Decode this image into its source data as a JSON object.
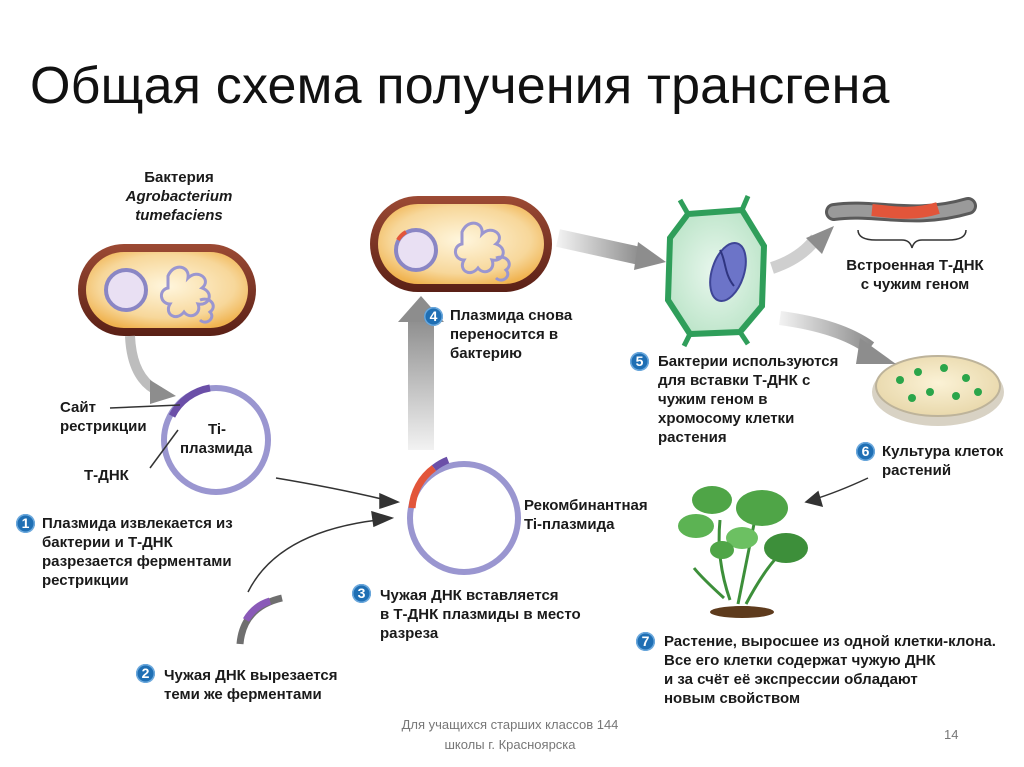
{
  "title": "Общая схема получения трансгена",
  "labels": {
    "bacterium_line1": "Бактерия",
    "bacterium_line2": "Agrobacterium",
    "bacterium_line3": "tumefaciens",
    "site_line1": "Сайт",
    "site_line2": "рестрикции",
    "tdna": "Т-ДНК",
    "ti_line1": "Ti-",
    "ti_line2": "плазмида",
    "recomb_line1": "Рекомбинантная",
    "recomb_line2": "Ti-плазмида",
    "inserted_line1": "Встроенная Т-ДНК",
    "inserted_line2": "с чужим геном"
  },
  "steps": [
    {
      "number": "1",
      "lines": [
        "Плазмида извлекается из",
        "бактерии и Т-ДНК",
        "разрезается ферментами",
        "рестрикции"
      ]
    },
    {
      "number": "2",
      "lines": [
        "Чужая ДНК вырезается",
        "теми же ферментами"
      ]
    },
    {
      "number": "3",
      "lines": [
        "Чужая ДНК вставляется",
        "в Т-ДНК плазмиды в место",
        "разреза"
      ]
    },
    {
      "number": "4",
      "lines": [
        "Плазмида снова",
        "переносится в",
        "бактерию"
      ]
    },
    {
      "number": "5",
      "lines": [
        "Бактерии используются",
        "для вставки Т-ДНК с",
        "чужим геном в",
        "хромосому клетки",
        "растения"
      ]
    },
    {
      "number": "6",
      "lines": [
        "Культура клеток",
        "растений"
      ]
    },
    {
      "number": "7",
      "lines": [
        "Растение, выросшее из одной клетки-клона.",
        "Все его клетки содержат чужую ДНК",
        "и за счёт её экспрессии обладают",
        "новым свойством"
      ]
    }
  ],
  "footer": {
    "line1": "Для учащихся старших классов 144",
    "line2": "школы г. Красноярска",
    "page_number": "14"
  },
  "colors": {
    "step_badge": "#1f6fb4",
    "capsule_outer": "#7a3326",
    "capsule_inner": "#f6c46a",
    "plasmid": "#9a96d0",
    "foreign_dna": "#e2553a",
    "plant_cell": "#3fae6a",
    "leaf": "#3d8f3a"
  }
}
